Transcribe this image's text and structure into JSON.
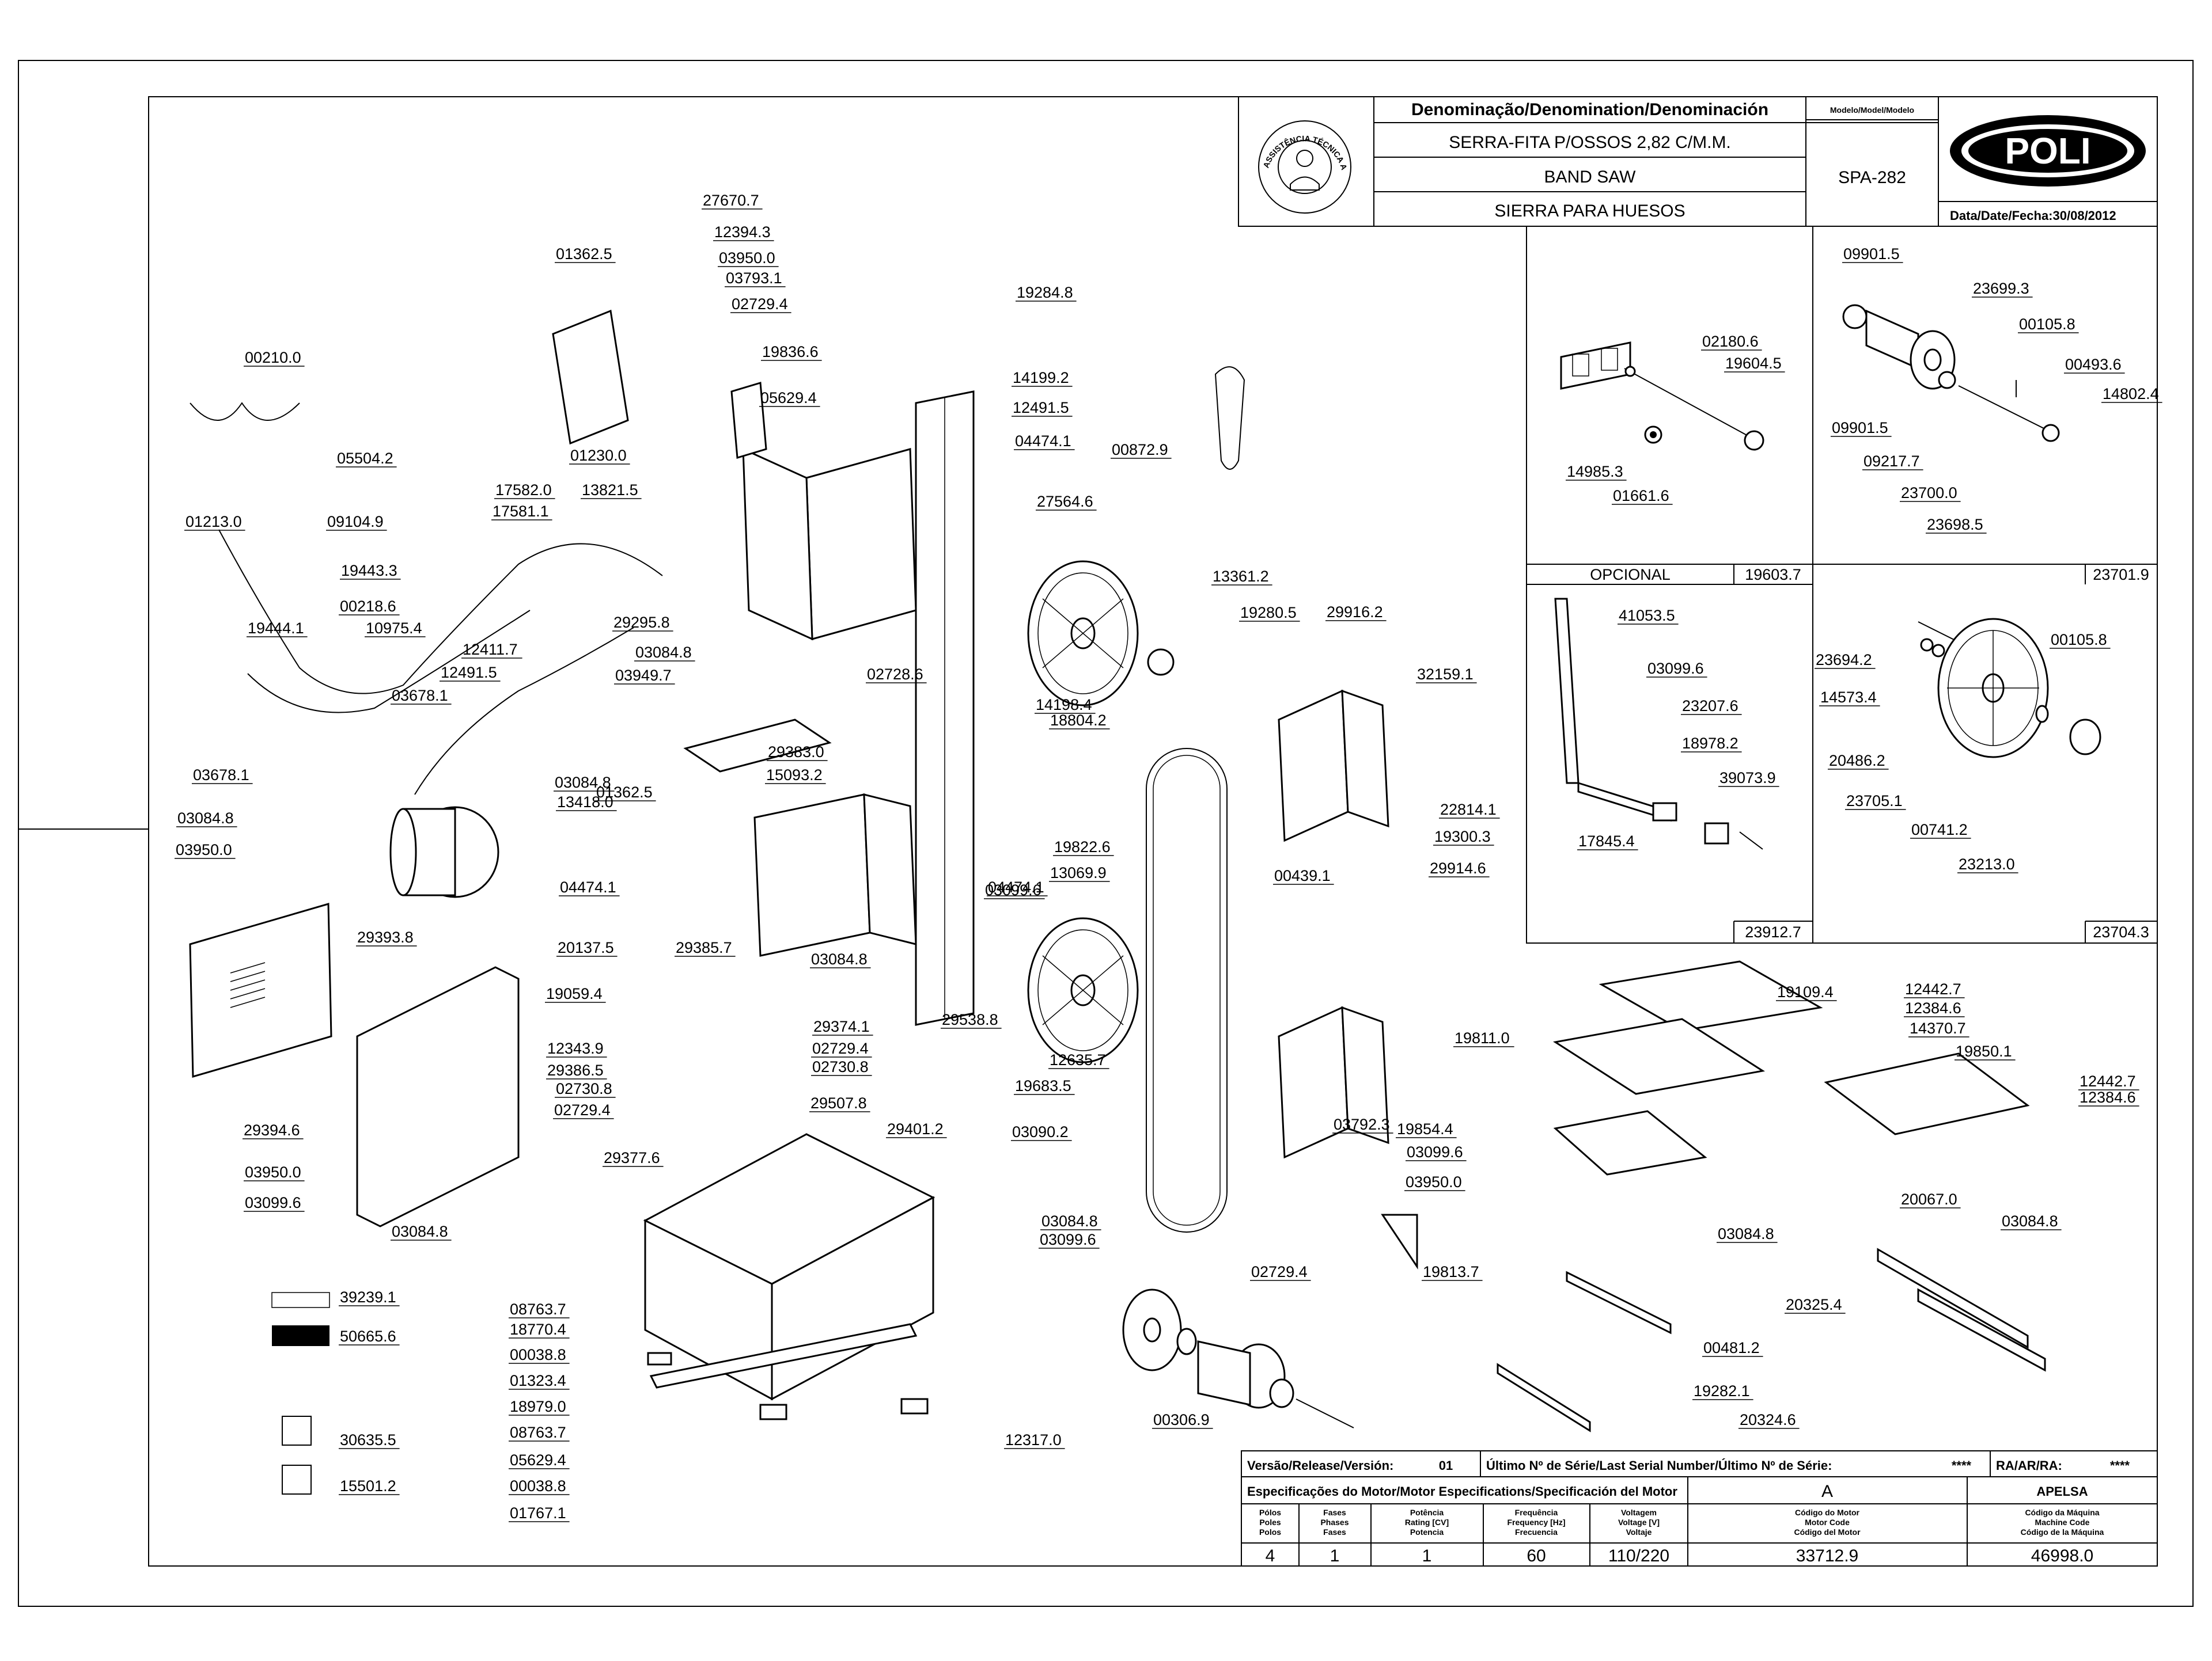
{
  "title_block": {
    "denomination_header": "Denominação/Denomination/Denominación",
    "names": [
      "SERRA-FITA P/OSSOS 2,82 C/M.M.",
      "BAND SAW",
      "SIERRA PARA HUESOS"
    ],
    "model_header": "Modelo/Model/Modelo",
    "model": "SPA-282",
    "brand": "POLI",
    "seal_text": "ASSISTÊNCIA TÉCNICA AUTORIZADA",
    "date_label": "Data/Date/Fecha:",
    "date": "30/08/2012"
  },
  "insets": [
    {
      "code": "19603.7",
      "parts": [
        "02180.6",
        "19604.5",
        "14985.3",
        "01661.6"
      ]
    },
    {
      "code": "23701.9",
      "parts": [
        "09901.5",
        "23699.3",
        "00105.8",
        "00493.6",
        "14802.4",
        "09901.5",
        "09217.7",
        "23700.0",
        "23698.5"
      ]
    },
    {
      "code": "23912.7",
      "header": "OPCIONAL",
      "parts": [
        "41053.5",
        "03099.6",
        "23207.6",
        "18978.2",
        "39073.9",
        "17845.4"
      ]
    },
    {
      "code": "23704.3",
      "parts": [
        "23694.2",
        "14573.4",
        "00105.8",
        "20486.2",
        "23705.1",
        "00741.2",
        "23213.0"
      ]
    }
  ],
  "bottom_table": {
    "release_label": "Versão/Release/Versión:",
    "release": "01",
    "serial_label": "Último Nº de Série/Last Serial Number/Último Nº de Série:",
    "serial": "****",
    "ra_label": "RA/AR/RA:",
    "ra": "****",
    "motor_spec_label": "Especificações do Motor/Motor Especifications/Specificación del Motor",
    "motor_letter": "A",
    "manufacturer": "APELSA",
    "col_headers": [
      [
        "Pólos",
        "Poles",
        "Polos"
      ],
      [
        "Fases",
        "Phases",
        "Fases"
      ],
      [
        "Potência",
        "Rating [CV]",
        "Potencia"
      ],
      [
        "Frequência",
        "Frequency [Hz]",
        "Frecuencia"
      ],
      [
        "Voltagem",
        "Voltage [V]",
        "Voltaje"
      ],
      [
        "Código do Motor",
        "Motor Code",
        "Código del Motor"
      ],
      [
        "Código da Máquina",
        "Machine Code",
        "Código de la Máquina"
      ]
    ],
    "values": [
      "4",
      "1",
      "1",
      "60",
      "110/220",
      "33712.9",
      "46998.0"
    ]
  },
  "part_labels": [
    "27670.7",
    "01362.5",
    "12394.3",
    "03950.0",
    "03793.1",
    "02729.4",
    "19836.6",
    "19284.8",
    "00210.0",
    "05629.4",
    "14199.2",
    "12491.5",
    "05504.2",
    "01230.0",
    "04474.1",
    "00872.9",
    "17582.0",
    "13821.5",
    "17581.1",
    "01213.0",
    "09104.9",
    "27564.6",
    "19443.3",
    "00218.6",
    "13361.2",
    "19444.1",
    "10975.4",
    "19280.5",
    "29916.2",
    "29295.8",
    "12411.7",
    "03084.8",
    "12491.5",
    "03949.7",
    "32159.1",
    "03678.1",
    "02728.6",
    "14198.4",
    "18804.2",
    "03678.1",
    "29383.0",
    "15093.2",
    "01362.5",
    "03084.8",
    "13418.0",
    "03084.8",
    "19822.6",
    "22814.1",
    "03950.0",
    "13069.9",
    "19300.3",
    "04474.1",
    "03099.6",
    "00439.1",
    "29914.6",
    "04474.1",
    "29393.8",
    "20137.5",
    "29385.7",
    "03084.8",
    "19109.4",
    "12442.7",
    "19059.4",
    "29374.1",
    "29538.8",
    "12384.6",
    "14370.7",
    "12343.9",
    "02729.4",
    "19811.0",
    "19850.1",
    "29386.5",
    "02730.8",
    "12635.7",
    "02730.8",
    "19683.5",
    "12442.7",
    "29507.8",
    "02729.4",
    "12384.6",
    "29394.6",
    "29401.2",
    "03090.2",
    "03792.3",
    "19854.4",
    "29377.6",
    "03099.6",
    "03950.0",
    "03950.0",
    "03099.6",
    "03084.8",
    "03084.8",
    "03084.8",
    "20067.0",
    "03099.6",
    "03084.8",
    "19813.7",
    "02729.4",
    "39239.1",
    "20325.4",
    "50665.6",
    "08763.7",
    "18770.4",
    "00481.2",
    "00038.8",
    "01323.4",
    "19282.1",
    "18979.0",
    "08763.7",
    "00306.9",
    "20324.6",
    "30635.5",
    "05629.4",
    "12317.0",
    "15501.2",
    "00038.8",
    "01767.1"
  ]
}
